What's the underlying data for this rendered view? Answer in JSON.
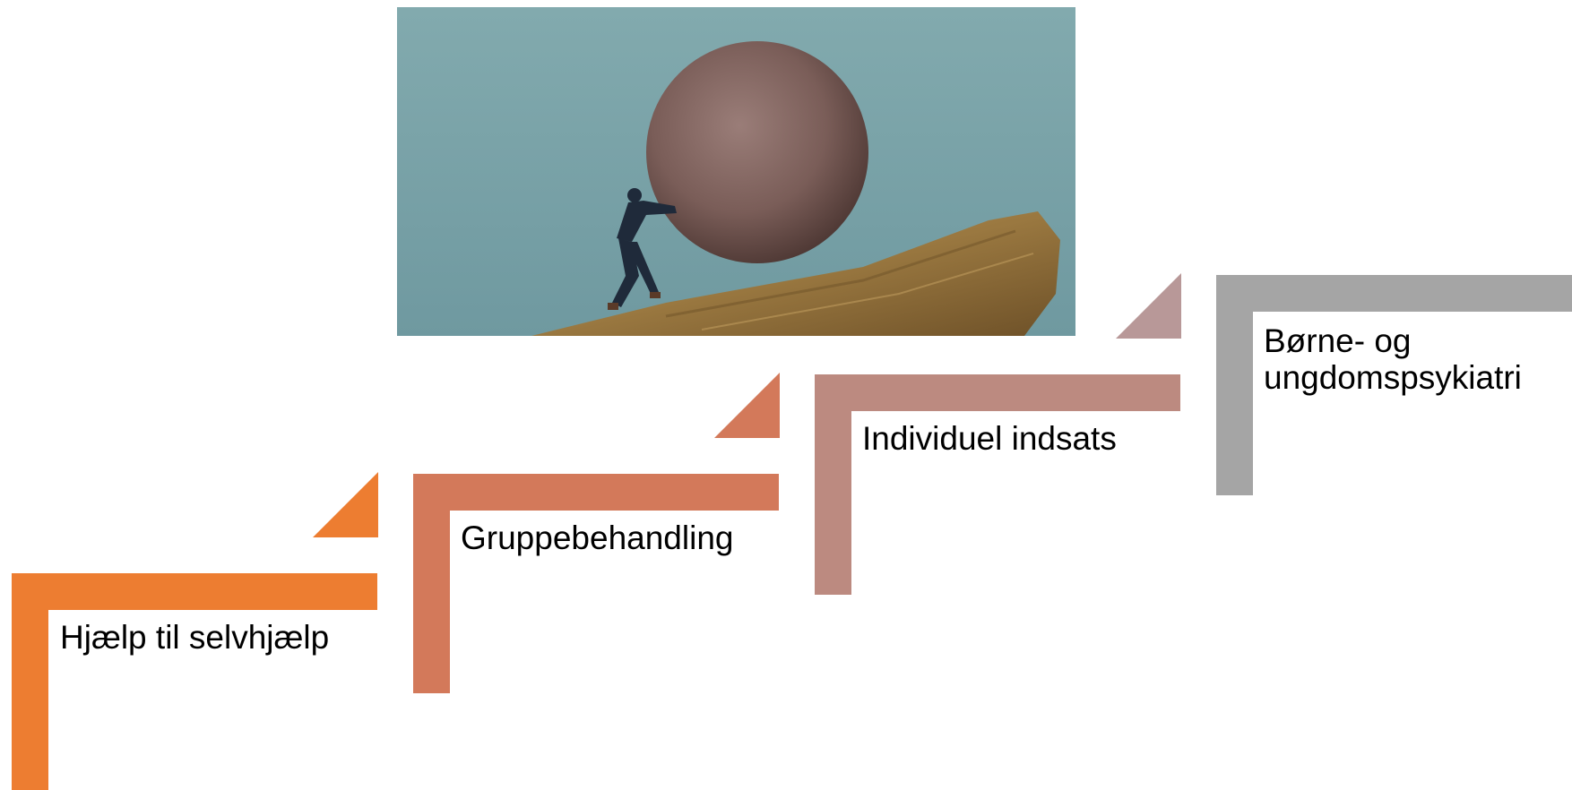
{
  "steps": [
    {
      "label": "Hjælp til selvhjælp",
      "color": "#ED7D31"
    },
    {
      "label": "Gruppebehandling",
      "color": "#D3795A"
    },
    {
      "label": "Individuel indsats",
      "color": "#BC8A80"
    },
    {
      "label_line1": "Børne- og",
      "label_line2": "ungdomspsykiatri",
      "color": "#A5A5A5"
    }
  ],
  "connector_colors": [
    "#ED7D31",
    "#D3795A",
    "#B89898"
  ],
  "illustration": {
    "subject": "man pushing a boulder uphill",
    "sky_color": "#7BA3A8",
    "boulder_color": "#7A5A55",
    "rock_color": "#A8854A",
    "figure_color": "#1F2A3A"
  }
}
